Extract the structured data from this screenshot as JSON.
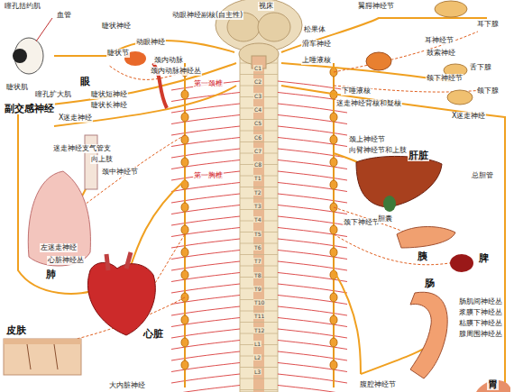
{
  "diagram": {
    "labels": [
      "瞳孔括约肌",
      "血管",
      "睫状神经",
      "动眼神经",
      "睫状节",
      "颈内动脉",
      "颈内动脉神经丛",
      "眼",
      "睫状肌",
      "瞳孔扩大肌",
      "睫状短神经",
      "睫状长神经",
      "第一颈椎",
      "副交感神经",
      "X迷走神经",
      "迷走神经支气管支",
      "向上肢",
      "颈中神经节",
      "第一胸椎",
      "左迷走神经",
      "心脏神经丛",
      "肺",
      "心脏",
      "皮肤",
      "大内脏神经",
      "动眼神经副核(自主性)",
      "视床",
      "松果体",
      "滑车神经",
      "上唾液核",
      "翼腭神经节",
      "耳下腺",
      "耳神经节",
      "鼓索神经",
      "舌下腺",
      "颌下神经节",
      "颌下腺",
      "下唾液核",
      "迷走神经背核和疑核",
      "X迷走神经",
      "颈上神经节",
      "向臂神经节和上肢",
      "颈下神经节",
      "肝脏",
      "胆囊",
      "总胆管",
      "胰",
      "脾",
      "肠",
      "肠肌间神经丛",
      "浆膜下神经丛",
      "粘膜下神经丛",
      "腺周围神经丛",
      "腹腔神经节",
      "胃",
      "C1",
      "C2",
      "C3",
      "C4",
      "C5",
      "C6",
      "C7",
      "C8",
      "T1",
      "T2",
      "T3",
      "T4",
      "T5",
      "T6",
      "T7",
      "T8",
      "T9",
      "T10",
      "T11",
      "T12",
      "L1",
      "L2",
      "L3"
    ]
  }
}
